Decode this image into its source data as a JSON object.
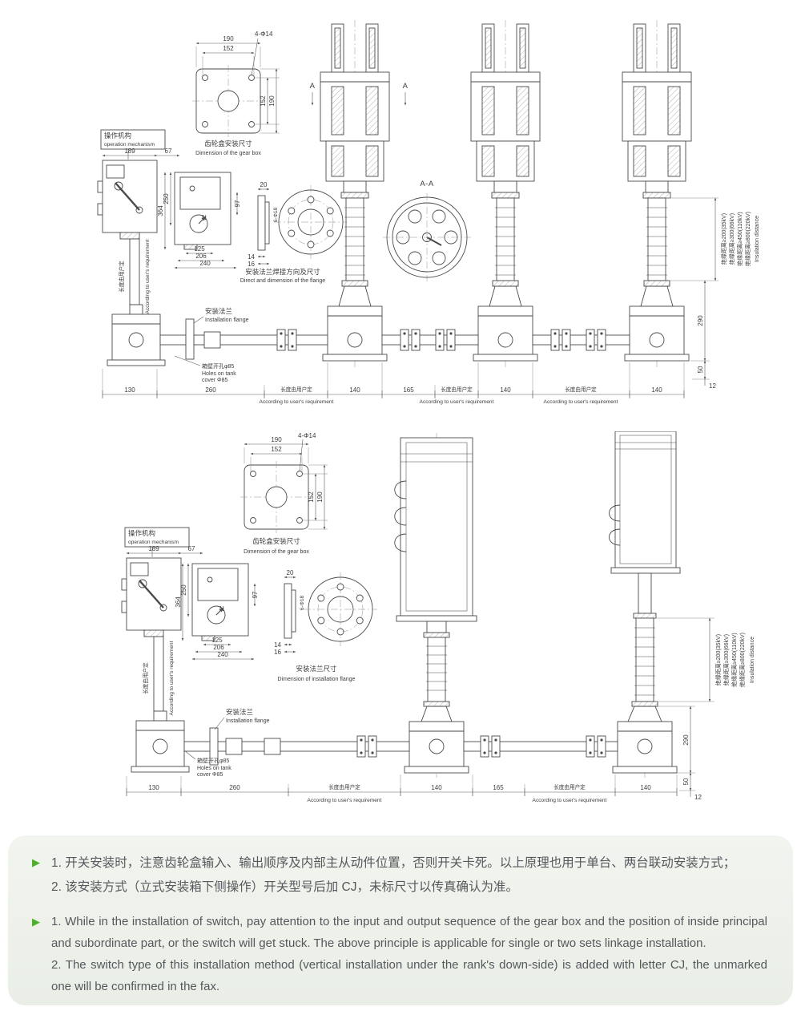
{
  "colors": {
    "line": "#4a4a4a",
    "accent_green": "#4fae2f",
    "notes_bg": "#edf1ea",
    "notes_text": "#55585c"
  },
  "icons": {
    "green_arrow": "▶"
  },
  "labels": {
    "operation_mechanism_cn": "操作机构",
    "operation_mechanism_en": "operation mechanism",
    "gearbox_dim_cn": "齿轮盒安装尺寸",
    "gearbox_dim_en": "Dimension of the gear box",
    "flange_weld_cn": "安装法兰焊接方向及尺寸",
    "flange_weld_en": "Direct and dimension of the flange",
    "install_flange_cn": "安装法兰",
    "install_flange_en": "Installation flange",
    "install_flange_dim_cn": "安装法兰尺寸",
    "install_flange_dim_en": "Dimension of installation flange",
    "tank_holes_cn": "箱壁开孔φ85",
    "tank_holes_en1": "Holes on tank",
    "tank_holes_en2": "cover Φ85",
    "length_user_cn": "长度由用户定",
    "length_user_en": "According to user's requirement",
    "section_aa": "A-A",
    "section_a": "A",
    "north_n": "N",
    "insulation_35": "绝缘距离≥200(35kV)",
    "insulation_66": "绝缘距离≥300(66kV)",
    "insulation_110": "绝缘距离≥450(110kV)",
    "insulation_220": "绝缘距离≥800(220kV)",
    "insulation_en": "Insulation distance"
  },
  "dims": {
    "d190": "190",
    "d152": "152",
    "d4_14": "4-Φ14",
    "d189": "189",
    "d67": "67",
    "d364": "364",
    "d250": "250",
    "d97": "97",
    "d125": "125",
    "d206": "206",
    "d240": "240",
    "d130": "130",
    "d260": "260",
    "d140": "140",
    "d165": "165",
    "d290": "290",
    "d50": "50",
    "d12": "12",
    "d20": "20",
    "d14": "14",
    "d16": "16",
    "d6_18": "6-Φ18"
  },
  "notes": {
    "cn_1": "1. 开关安装时，注意齿轮盒输入、输出顺序及内部主从动件位置，否则开关卡死。以上原理也用于单台、两台联动安装方式；",
    "cn_2": "2. 该安装方式（立式安装箱下侧操作）开关型号后加 CJ，未标尺寸以传真确认为准。",
    "en_1": "1. While in the installation of switch, pay attention to the input and output sequence of the gear box and the position of inside principal and subordinate part, or the switch will get stuck. The above principle is applicable for single or two sets linkage installation.",
    "en_2": "2. The switch type of this installation method (vertical installation under the rank's down-side) is added with letter CJ, the unmarked one will be confirmed in the fax."
  }
}
